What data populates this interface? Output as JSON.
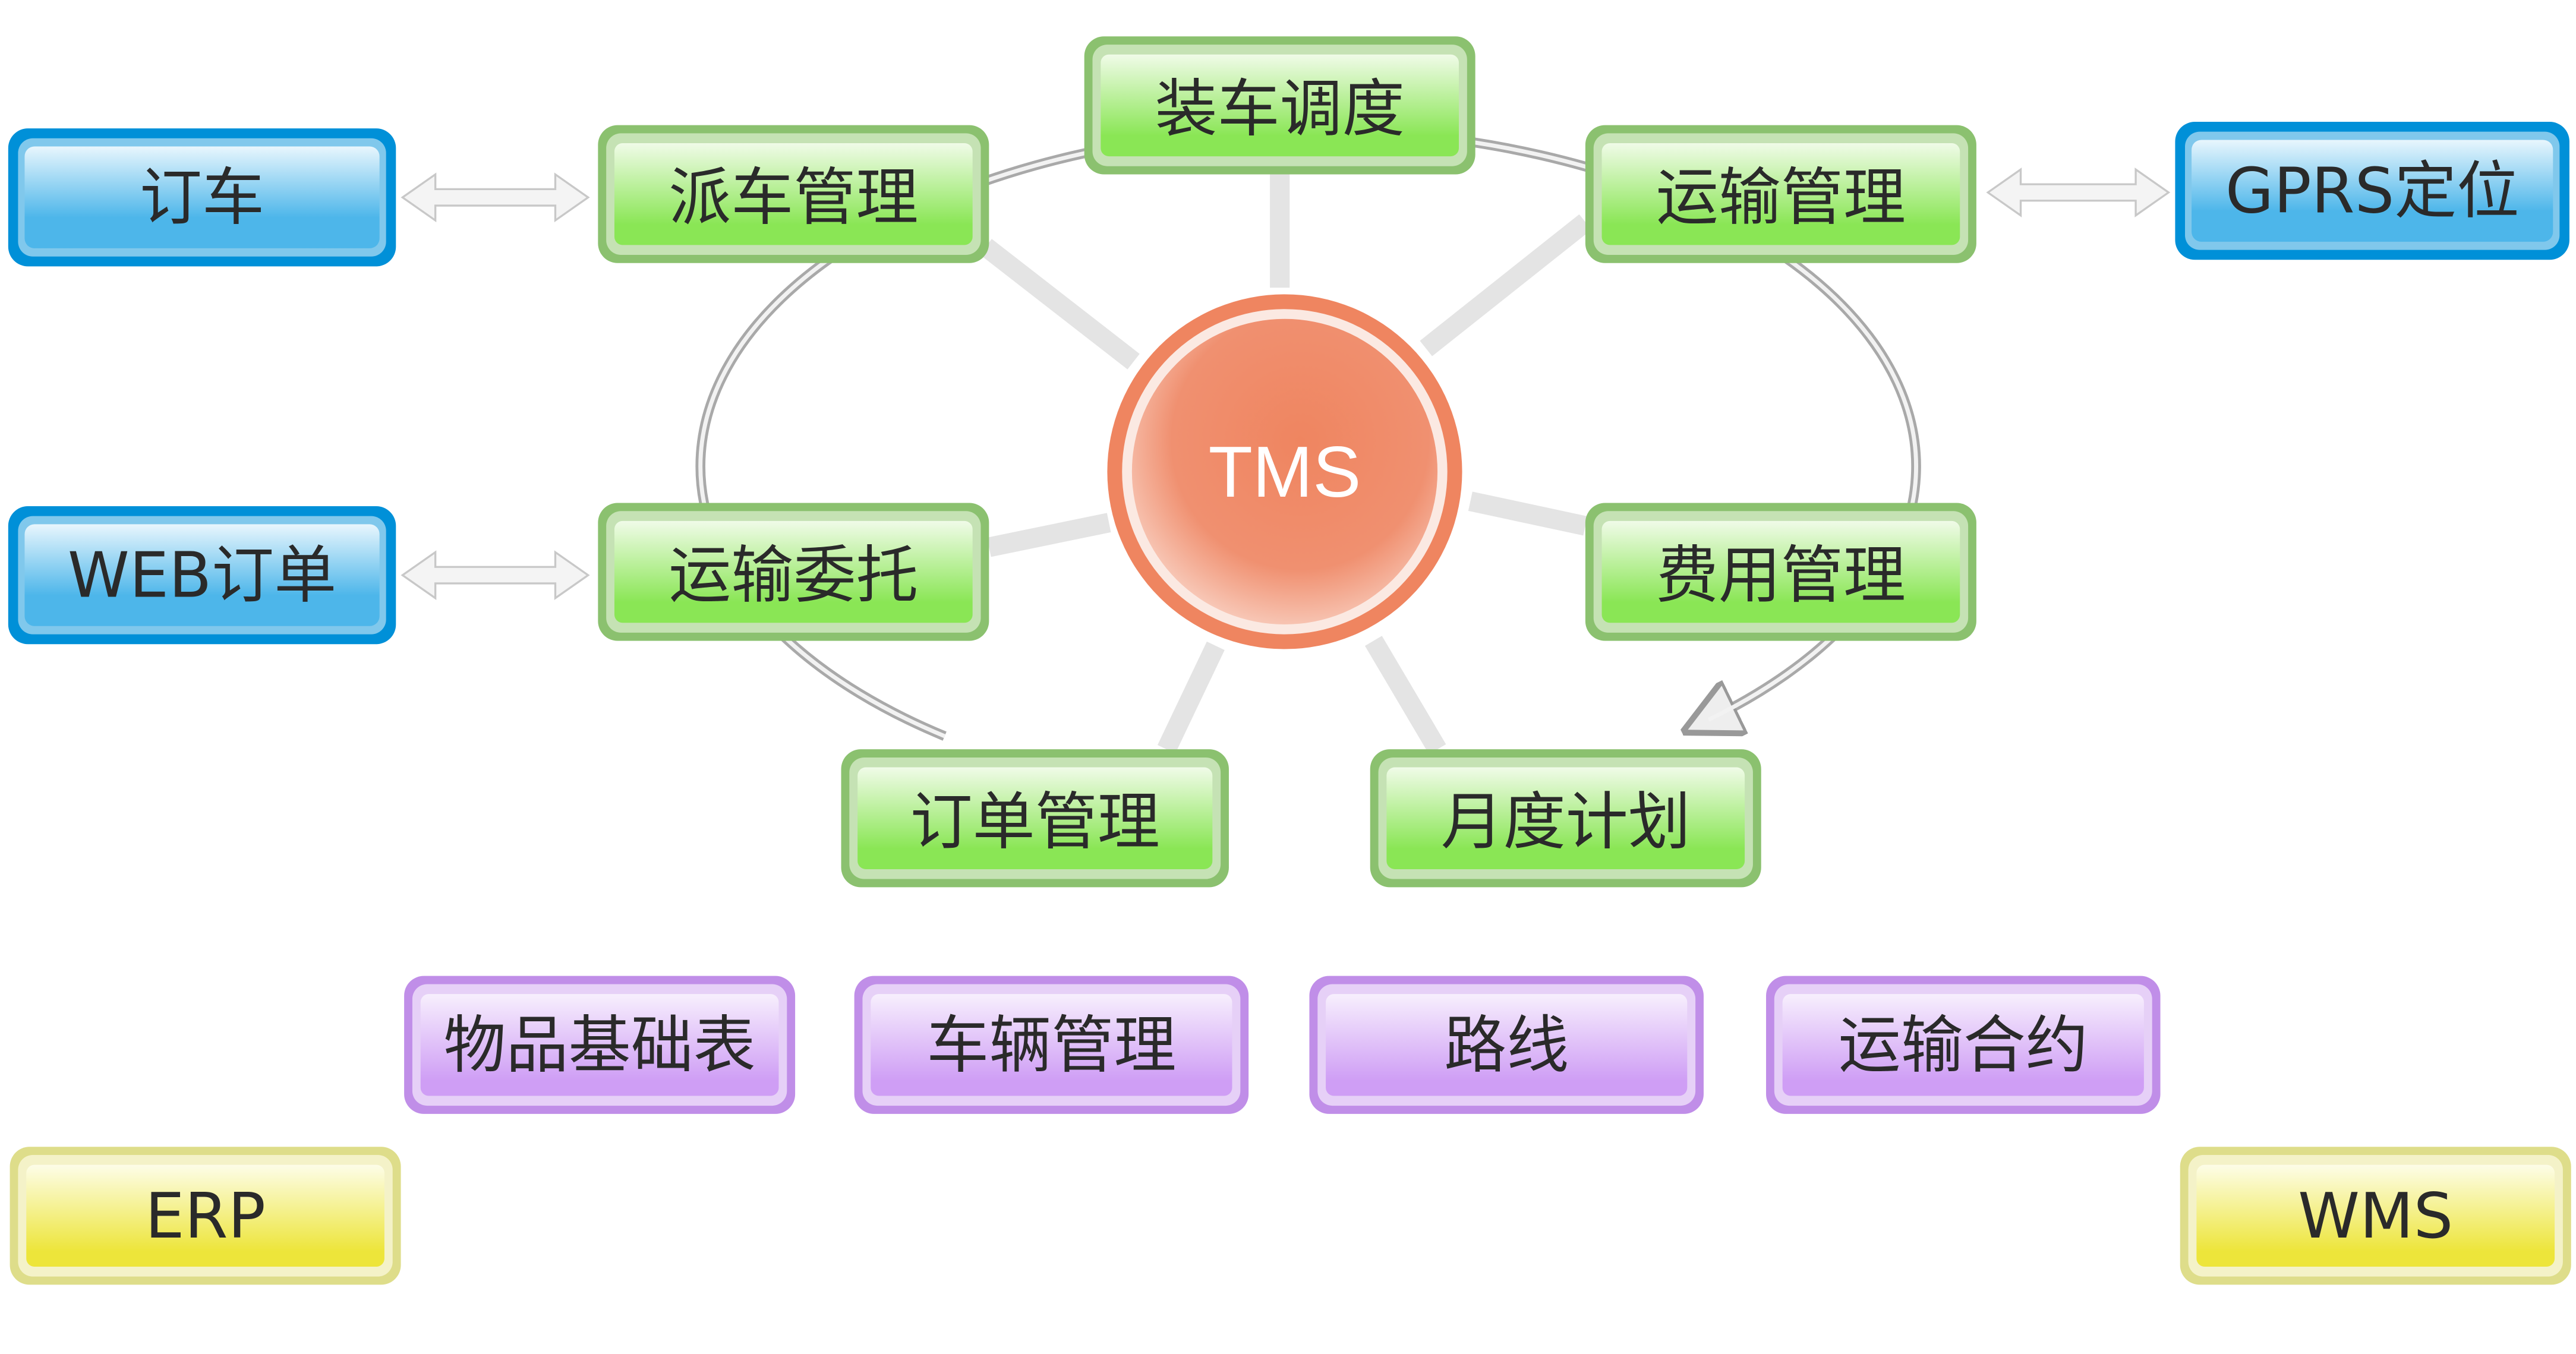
{
  "center": {
    "label": "TMS"
  },
  "external_left": [
    {
      "label": "订车"
    },
    {
      "label": "WEB订单"
    }
  ],
  "external_right": [
    {
      "label": "GPRS定位"
    }
  ],
  "modules": [
    {
      "label": "派车管理"
    },
    {
      "label": "装车调度"
    },
    {
      "label": "运输管理"
    },
    {
      "label": "运输委托"
    },
    {
      "label": "费用管理"
    },
    {
      "label": "订单管理"
    },
    {
      "label": "月度计划"
    }
  ],
  "base_data": [
    {
      "label": "物品基础表"
    },
    {
      "label": "车辆管理"
    },
    {
      "label": "路线"
    },
    {
      "label": "运输合约"
    }
  ],
  "systems": [
    {
      "label": "ERP"
    },
    {
      "label": "WMS"
    }
  ],
  "colors": {
    "blue_border": "#0090d8",
    "green_border": "#8bc16f",
    "purple_border": "#c08ee8",
    "yellow_border": "#dedd8a",
    "tms": "#ef8560"
  }
}
